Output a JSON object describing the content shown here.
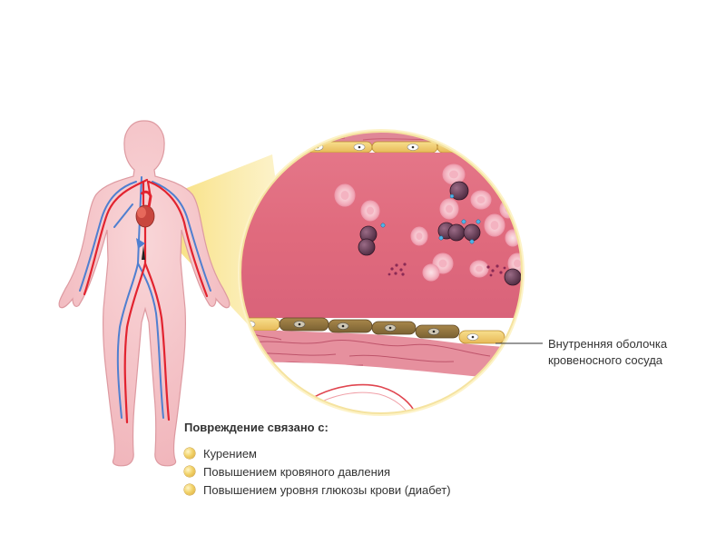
{
  "callout": {
    "line1": "Внутренняя оболочка",
    "line2": "кровеносного сосуда"
  },
  "legend": {
    "title": "Повреждение связано с:",
    "items": [
      "Курением",
      "Повышением кровяного давления",
      "Повышением уровня глюкозы крови (диабет)"
    ]
  },
  "colors": {
    "body_fill": "#f4c2c6",
    "body_stroke": "#d98a92",
    "vessel_lumen": "#e1707f",
    "endothelium": "#f3d27a",
    "artery": "#e02030",
    "vein": "#4a78c8",
    "magnifier_glow": "#f8e08a",
    "bullet": "#e8c258"
  }
}
